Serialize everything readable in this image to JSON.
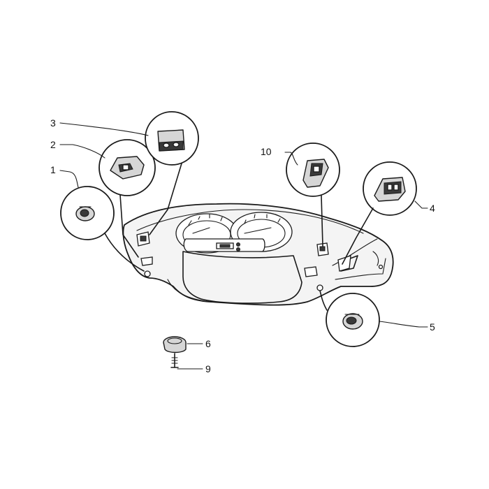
{
  "callouts": {
    "n1": "1",
    "n2": "2",
    "n3": "3",
    "n4": "4",
    "n5": "5",
    "n6": "6",
    "n9": "9",
    "n10": "10"
  }
}
